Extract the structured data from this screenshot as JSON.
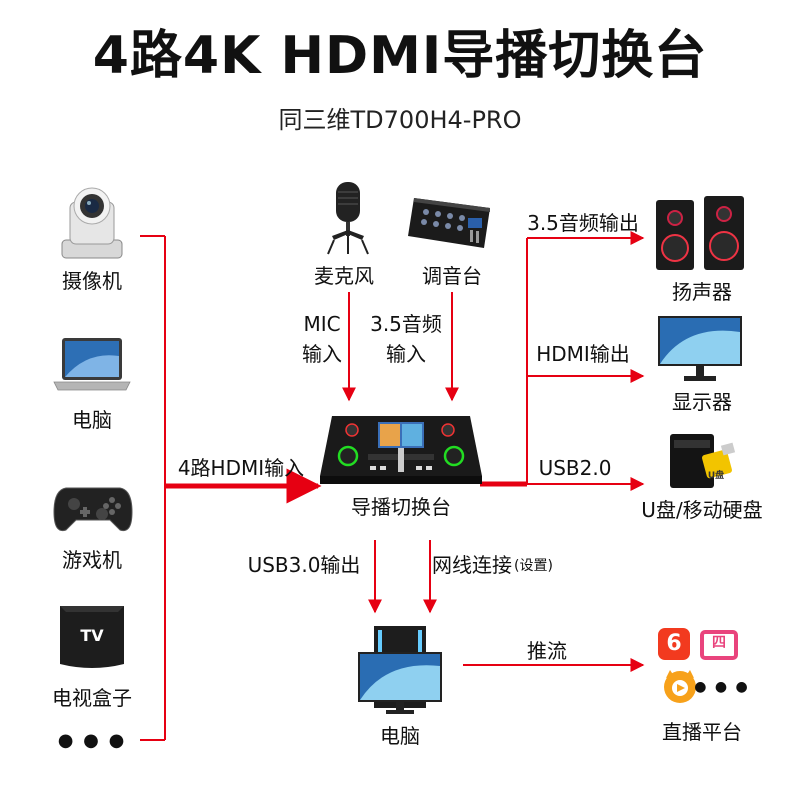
{
  "title": "4路4K HDMI导播切换台",
  "subtitle": "同三维TD700H4-PRO",
  "inputs": {
    "camera": "摄像机",
    "laptop": "电脑",
    "game_console": "游戏机",
    "tv_box": "电视盒子",
    "tv_box_logo": "TV",
    "more": "● ● ●"
  },
  "audio_sources": {
    "mic": "麦克风",
    "mixer": "调音台",
    "mic_input_line1": "MIC",
    "mic_input_line2": "输入",
    "line_input_line1": "3.5音频",
    "line_input_line2": "输入"
  },
  "center": {
    "switcher_label": "导播切换台",
    "hdmi_input_label": "4路HDMI输入"
  },
  "outputs": {
    "audio_out_label": "3.5音频输出",
    "speaker": "扬声器",
    "hdmi_out_label": "HDMI输出",
    "monitor": "显示器",
    "usb2_label": "USB2.0",
    "usb_drive": "U盘/移动硬盘",
    "usb_drive_logo": "U盘"
  },
  "bottom": {
    "usb3_label": "USB3.0输出",
    "network_label": "网线连接",
    "network_note": "(设置)",
    "pc": "电脑",
    "stream_label": "推流",
    "platform": "直播平台",
    "platform_more": "● ● ●",
    "platform_logo_1": "6",
    "platform_logo_2": "四"
  },
  "colors": {
    "arrow": "#e60012",
    "text": "#111111"
  }
}
